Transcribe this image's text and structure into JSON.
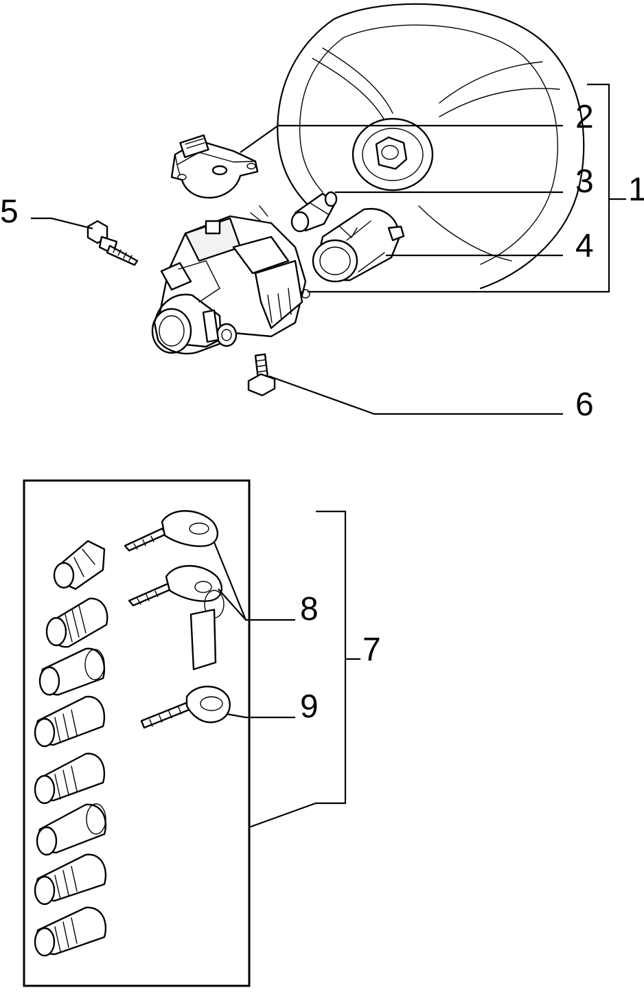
{
  "callouts": {
    "c1": "1",
    "c2": "2",
    "c3": "3",
    "c4": "4",
    "c5": "5",
    "c6": "6",
    "c7": "7",
    "c8": "8",
    "c9": "9"
  },
  "icons": {
    "steering_wheel": "steering-wheel-icon",
    "switch_body": "ignition-switch-icon",
    "lock_cylinder": "lock-cylinder-icon",
    "key": "key-icon"
  }
}
